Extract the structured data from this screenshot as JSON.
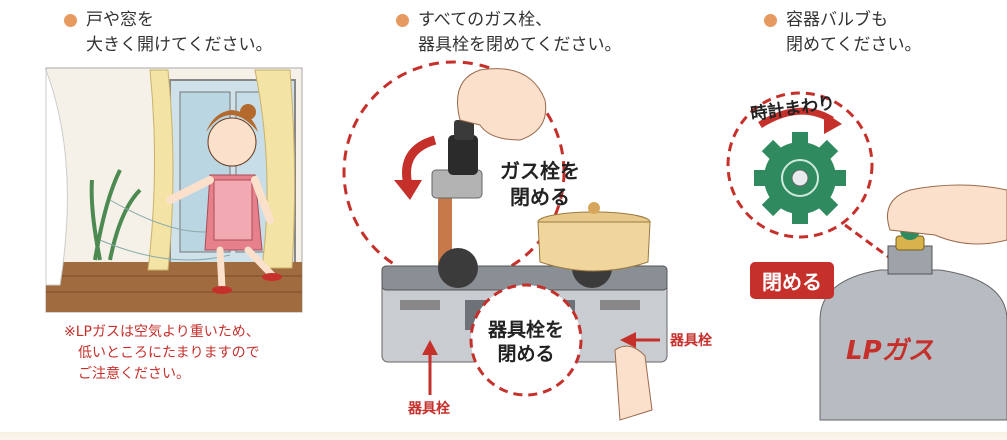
{
  "steps": [
    {
      "line1": "戸や窓を",
      "line2": "大きく開けてください。"
    },
    {
      "line1": "すべてのガス栓、",
      "line2": "器具栓を閉めてください。"
    },
    {
      "line1": "容器バルブも",
      "line2": "閉めてください。"
    }
  ],
  "note": {
    "line1": "※LPガスは空気より重いため、",
    "line2": "低いところにたまりますので",
    "line3": "ご注意ください。"
  },
  "gas_valve": {
    "line1": "ガス栓を",
    "line2": "閉める"
  },
  "appliance_valve": {
    "line1": "器具栓を",
    "line2": "閉める"
  },
  "appliance_label_bottom": "器具栓",
  "appliance_label_right": "器具栓",
  "clockwise": "時計まわり",
  "close_badge": "閉める",
  "cylinder_label": "LPガス",
  "colors": {
    "accent_red": "#c6302b",
    "bullet_orange": "#e79a5f",
    "valve_green": "#2f8a5f"
  }
}
